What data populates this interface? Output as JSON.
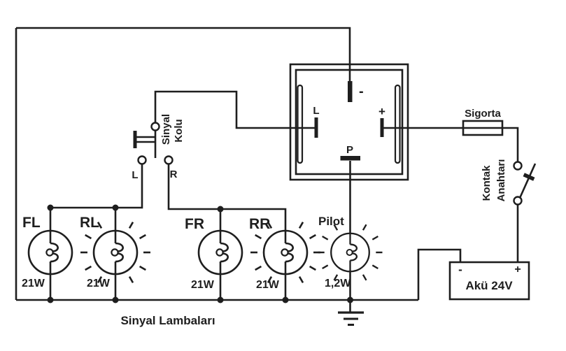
{
  "diagram": {
    "background": "#ffffff",
    "line_color": "#1e1e1e",
    "signal_lever": {
      "label_line1": "Sinyal",
      "label_line2": "Kolu",
      "left_contact": "L",
      "right_contact": "R"
    },
    "flasher_relay": {
      "terminal_minus": "-",
      "terminal_l": "L",
      "terminal_plus": "+",
      "terminal_p": "P"
    },
    "fuse": {
      "label": "Sigorta"
    },
    "ignition_switch": {
      "label_line1": "Kontak",
      "label_line2": "Anahtarı"
    },
    "battery": {
      "label": "Akü 24V",
      "minus": "-",
      "plus": "+"
    },
    "lamps": [
      {
        "name": "FL",
        "watt": "21W",
        "lit": false
      },
      {
        "name": "RL",
        "watt": "21W",
        "lit": true
      },
      {
        "name": "FR",
        "watt": "21W",
        "lit": false
      },
      {
        "name": "RR",
        "watt": "21W",
        "lit": true
      },
      {
        "name": "Pilot",
        "watt": "1,2W",
        "lit": true
      }
    ],
    "caption": "Sinyal Lambaları"
  }
}
